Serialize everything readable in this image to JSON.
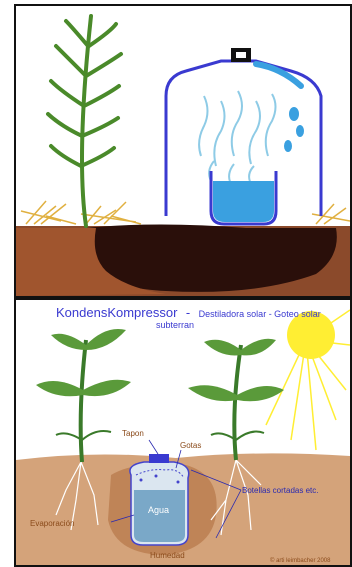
{
  "title": "KondensKompressor",
  "title_separator": "-",
  "subtitle_line1": "Destiladora solar - Goteo solar",
  "subtitle_line2": "subterran",
  "labels": {
    "tapon": "Tapon",
    "gotas": "Gotas",
    "agua": "Agua",
    "botellas": "Botellas cortadas etc.",
    "evaporacion": "Evaporación",
    "humedad": "Humedad"
  },
  "copyright": "© arti leimbacher 2008",
  "colors": {
    "soil": "#a0522d",
    "soil_dark": "#3a1a10",
    "plant": "#4a8a2a",
    "water": "#3aa0e0",
    "bottle": "#3a3ad0",
    "sun": "#ffee33",
    "straw": "#e0b040"
  }
}
